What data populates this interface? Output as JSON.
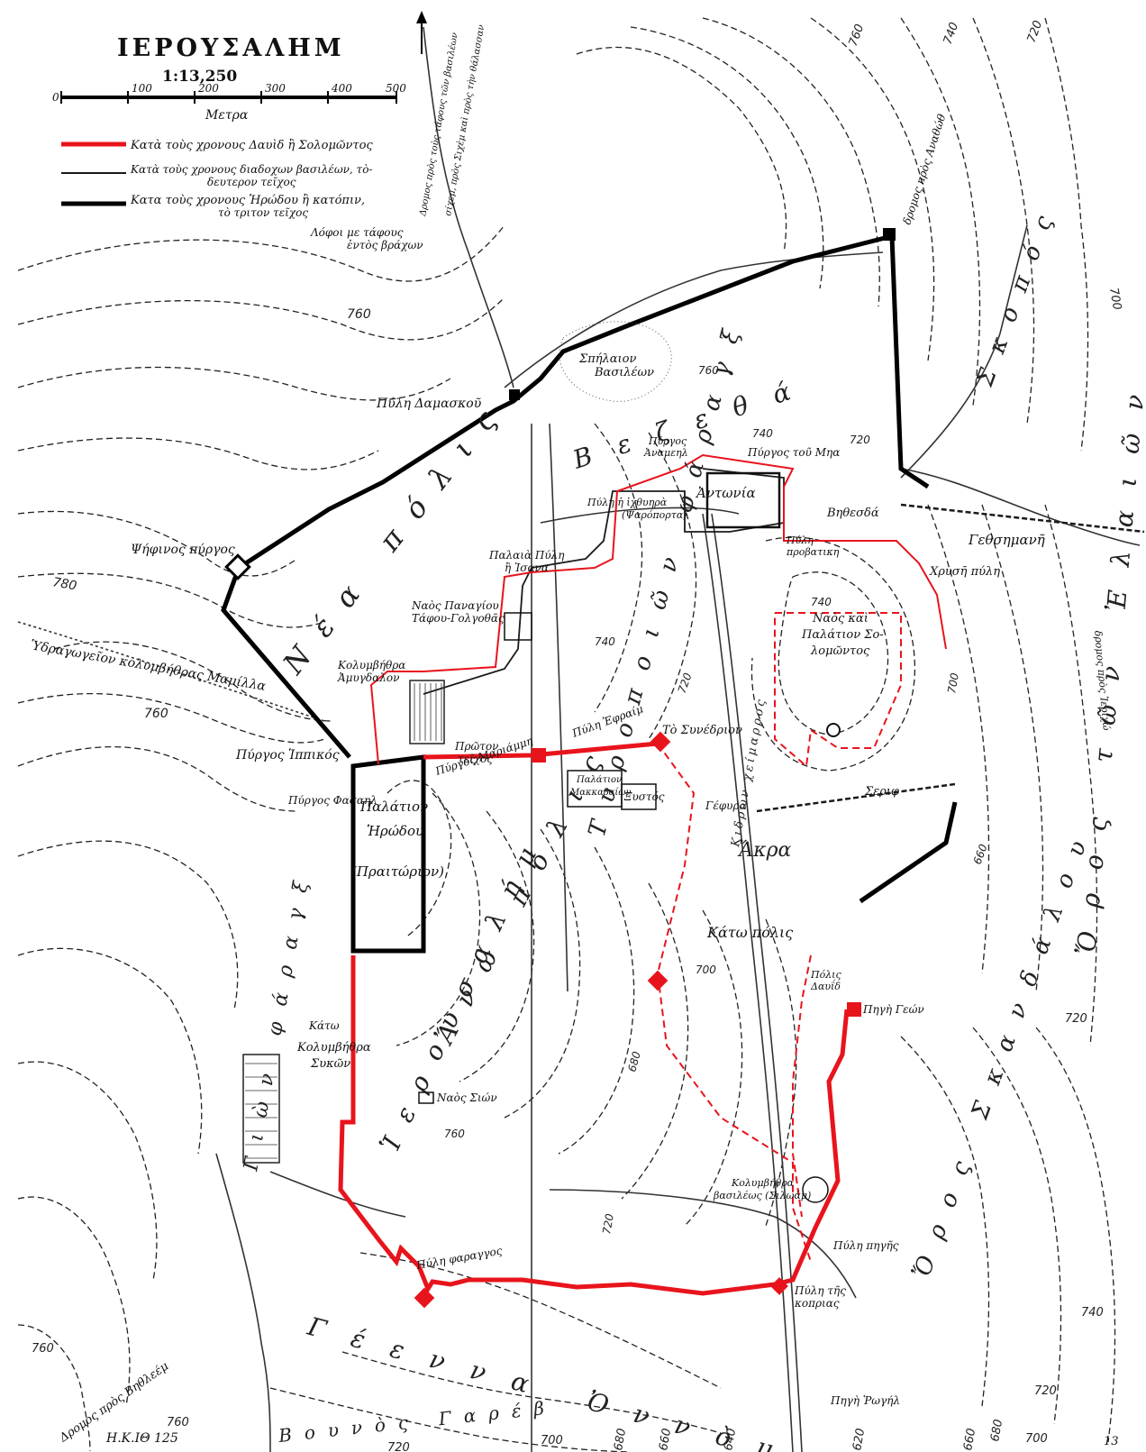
{
  "map": {
    "title": "ΙΕΡΟΥΣΑΛΗΜ",
    "scale_text": "1:13,250",
    "scale_bar": {
      "ticks": [
        "0",
        "100",
        "200",
        "300",
        "400",
        "500"
      ],
      "unit": "Μετρα"
    },
    "legend": [
      {
        "color": "#e8141c",
        "text": [
          "Κατὰ τοὺς χρονους Δαυὶδ ἢ Σολομῶντος"
        ]
      },
      {
        "color": "#1a1a1a",
        "text": [
          "Κατὰ τοὺς χρονους διαδοχων βασιλέων, τὸ-",
          "δευτερον τεῖχος"
        ]
      },
      {
        "color": "#000000",
        "text": [
          "Κατα τοὺς χρονους Ἡρώδου ἢ κατόπιν,",
          "τὸ τριτον τεῖχος"
        ]
      }
    ],
    "labels": {
      "tombs_hill": [
        "Λόφοι με τάφους",
        "ἐντὸς βράχων"
      ],
      "cave_kings": [
        "Σπήλαιον",
        "Βασιλέων"
      ],
      "damascus_gate": "Πύλη Δαμασκοῦ",
      "psephinus_tower": "Ψήφινος πύργος",
      "tower_ananel": [
        "Πύργος",
        "Ἀναμεηλ"
      ],
      "tower_mea": "Πύργος τοῦ Μηα",
      "fish_gate": [
        "Πύλη ἡ ἰχθυηρὰ",
        "(Ψαρόπορτα)"
      ],
      "antonia": "Ἀντωνία",
      "bethesda": "Βηθεσδά",
      "sheep_gate": [
        "Πύλη",
        "προβατικη"
      ],
      "old_gate": [
        "Παλαιὰ Πύλη",
        "ἢ Ἰσανα"
      ],
      "holy_sepulchre": [
        "Ναὸς Παναγίου",
        "Τάφου-Γολγοθᾶς"
      ],
      "temple_palace": [
        "Ναὸς καὶ",
        "Παλάτιον Σο-",
        "λομῶντος"
      ],
      "golden_gate": "Χρυσῆ πύλη",
      "gethsemane": "Γεθσημανῆ",
      "aqueduct": "Ὑδραγωγεῖον κολυμβήθρας Μαμίλλα",
      "amygdalon_pool": [
        "Κολυμβήθρα",
        "Ἀμυγδαλον"
      ],
      "hippicus": "Πύργος Ἱππικός",
      "phasael": "Πύργος Φασαηλ",
      "mariamme": "Πύργος Μαριάμμη",
      "ephraim_gate": "Πύλη Ἐφραίμ",
      "first_wall": [
        "Πρῶτον",
        "τεῖχος"
      ],
      "sanhedrin": "Τὸ Συνέδριον",
      "maccabees_palace": [
        "Παλάτιον",
        "Μακκαβαίων"
      ],
      "xystus": "Ξυστός",
      "bridge": "Γέφυρα",
      "serif": "Σεριφ",
      "herod_palace": [
        "Παλάτιον",
        "Ἡρώδου",
        "(Πραιτώριον)"
      ],
      "lower_pool": [
        "Κάτω",
        "Κολυμβήθρα",
        "Συκῶν"
      ],
      "zion_church": "Ναὸς Σιών",
      "valley_gate": "Πύλη φαραγγος",
      "king_pool": [
        "Κολυμβήθρα",
        "βασιλέως (Σιλωάμ)"
      ],
      "fountain_gate": "Πύλη πηγῆς",
      "dung_gate": [
        "Πύλη τῆς",
        "κοπριας"
      ],
      "gihon": "Πηγὴ Γεών",
      "ophel": [
        "Πόλις",
        "Δαυΐδ"
      ],
      "en_rogel": "Πηγὴ Ῥωγήλ",
      "bethlehem_road": "Δρομος πρὸς Βηθλεέμ",
      "anathoth_road": "δρομος πρὸς Αναθώθ",
      "jericho_road": "δρομος πρὸς Ἰεριχώ",
      "north_road": [
        "Δρομος πρὸς τοὺς τάφους τῶν βασιλέων",
        "σίχεμ, πρὸς Σιχὲμ καὶ πρὸς τὴν θάλασσαν"
      ],
      "lower_city": "Κάτω πόλις",
      "akra": "Ἄκρα",
      "signature": "Η.Κ.ΙΘ 125",
      "stamp": "13"
    },
    "big_labels": {
      "new_city": "Νέα πόλις",
      "bezetha": "Βεζεθά",
      "upper_city": "Ἄνω πόλις",
      "jerusalem": "Ἱερουσαλήμ",
      "tyropoeon": "Τυροποιῶν φάραγξ",
      "kidron": "Κιδρὼν χείμαρρος",
      "hinnom": "Γέεννα Ὀννὸμ",
      "olives": "Ὄρος τῶν Ἐλαιῶν",
      "scopus": "Σκοπός",
      "offense": "Ὄρος Σκανδάλου",
      "gihon_valley": "Γιὼν φάραγξ",
      "valley_boulders": "Βουνὸς Γαρέβ"
    },
    "contour_numbers": [
      "760",
      "740",
      "720",
      "700",
      "680",
      "660",
      "640",
      "620",
      "780"
    ],
    "colors": {
      "first_wall": "#e8141c",
      "second_wall": "#1a1a1a",
      "third_wall": "#000000",
      "paper": "#ffffff"
    }
  }
}
